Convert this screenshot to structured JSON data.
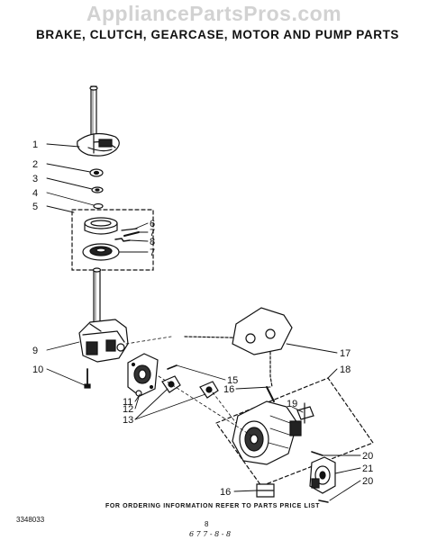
{
  "watermark": "AppliancePartsPros.com",
  "title": "BRAKE, CLUTCH, GEARCASE, MOTOR  AND PUMP PARTS",
  "callouts": [
    "1",
    "2",
    "3",
    "4",
    "5",
    "6",
    "7",
    "8",
    "7",
    "9",
    "10",
    "11",
    "12",
    "13",
    "15",
    "16",
    "17",
    "18",
    "19",
    "20",
    "21",
    "20",
    "16"
  ],
  "footer": {
    "ordering_note": "FOR ORDERING INFORMATION REFER TO PARTS PRICE LIST",
    "doc_number": "3348033",
    "page_number": "8",
    "handwritten": "6 7 7 - 8 - 8"
  }
}
